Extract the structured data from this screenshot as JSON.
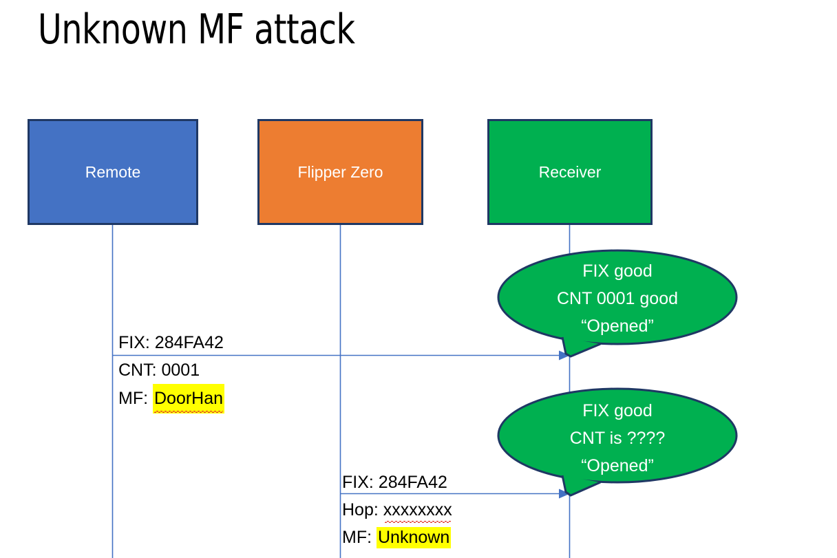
{
  "slide": {
    "title": "Unknown MF attack"
  },
  "colors": {
    "remote": "#4472C4",
    "flipper": "#ED7D31",
    "receiver": "#00B050",
    "box_border": "#1F3864",
    "lifeline": "#4472C4",
    "arrow": "#4472C4",
    "bubble_fill": "#00B050",
    "bubble_border": "#1F3864",
    "highlight": "#FFFF00",
    "spellcheck_underline": "#E03A2F",
    "text": "#000000",
    "box_text": "#FFFFFF"
  },
  "actors": [
    {
      "id": "remote",
      "label": "Remote"
    },
    {
      "id": "flipper",
      "label": "Flipper Zero"
    },
    {
      "id": "receiver",
      "label": "Receiver"
    }
  ],
  "messages": [
    {
      "id": "msg-remote-to-receiver",
      "from": "remote",
      "to": "receiver",
      "lines": [
        {
          "prefix": "FIX: ",
          "value": "284FA42",
          "highlight": false,
          "spellcheck_error": false
        },
        {
          "prefix": "CNT: ",
          "value": "0001",
          "highlight": false,
          "spellcheck_error": false
        },
        {
          "prefix": "MF: ",
          "value": "DoorHan",
          "highlight": true,
          "spellcheck_error": true
        }
      ]
    },
    {
      "id": "msg-flipper-to-receiver",
      "from": "flipper",
      "to": "receiver",
      "lines": [
        {
          "prefix": "FIX: ",
          "value": "284FA42",
          "highlight": false,
          "spellcheck_error": false
        },
        {
          "prefix": "Hop: ",
          "value": "xxxxxxxx",
          "highlight": false,
          "spellcheck_error": true
        },
        {
          "prefix": "MF: ",
          "value": "Unknown",
          "highlight": true,
          "spellcheck_error": false
        }
      ]
    }
  ],
  "bubbles": [
    {
      "id": "bubble-receiver-1",
      "attached_to": "receiver",
      "lines": [
        "FIX good",
        "CNT 0001 good",
        "“Opened”"
      ]
    },
    {
      "id": "bubble-receiver-2",
      "attached_to": "receiver",
      "lines": [
        "FIX good",
        "CNT is ????",
        "“Opened”"
      ]
    }
  ]
}
